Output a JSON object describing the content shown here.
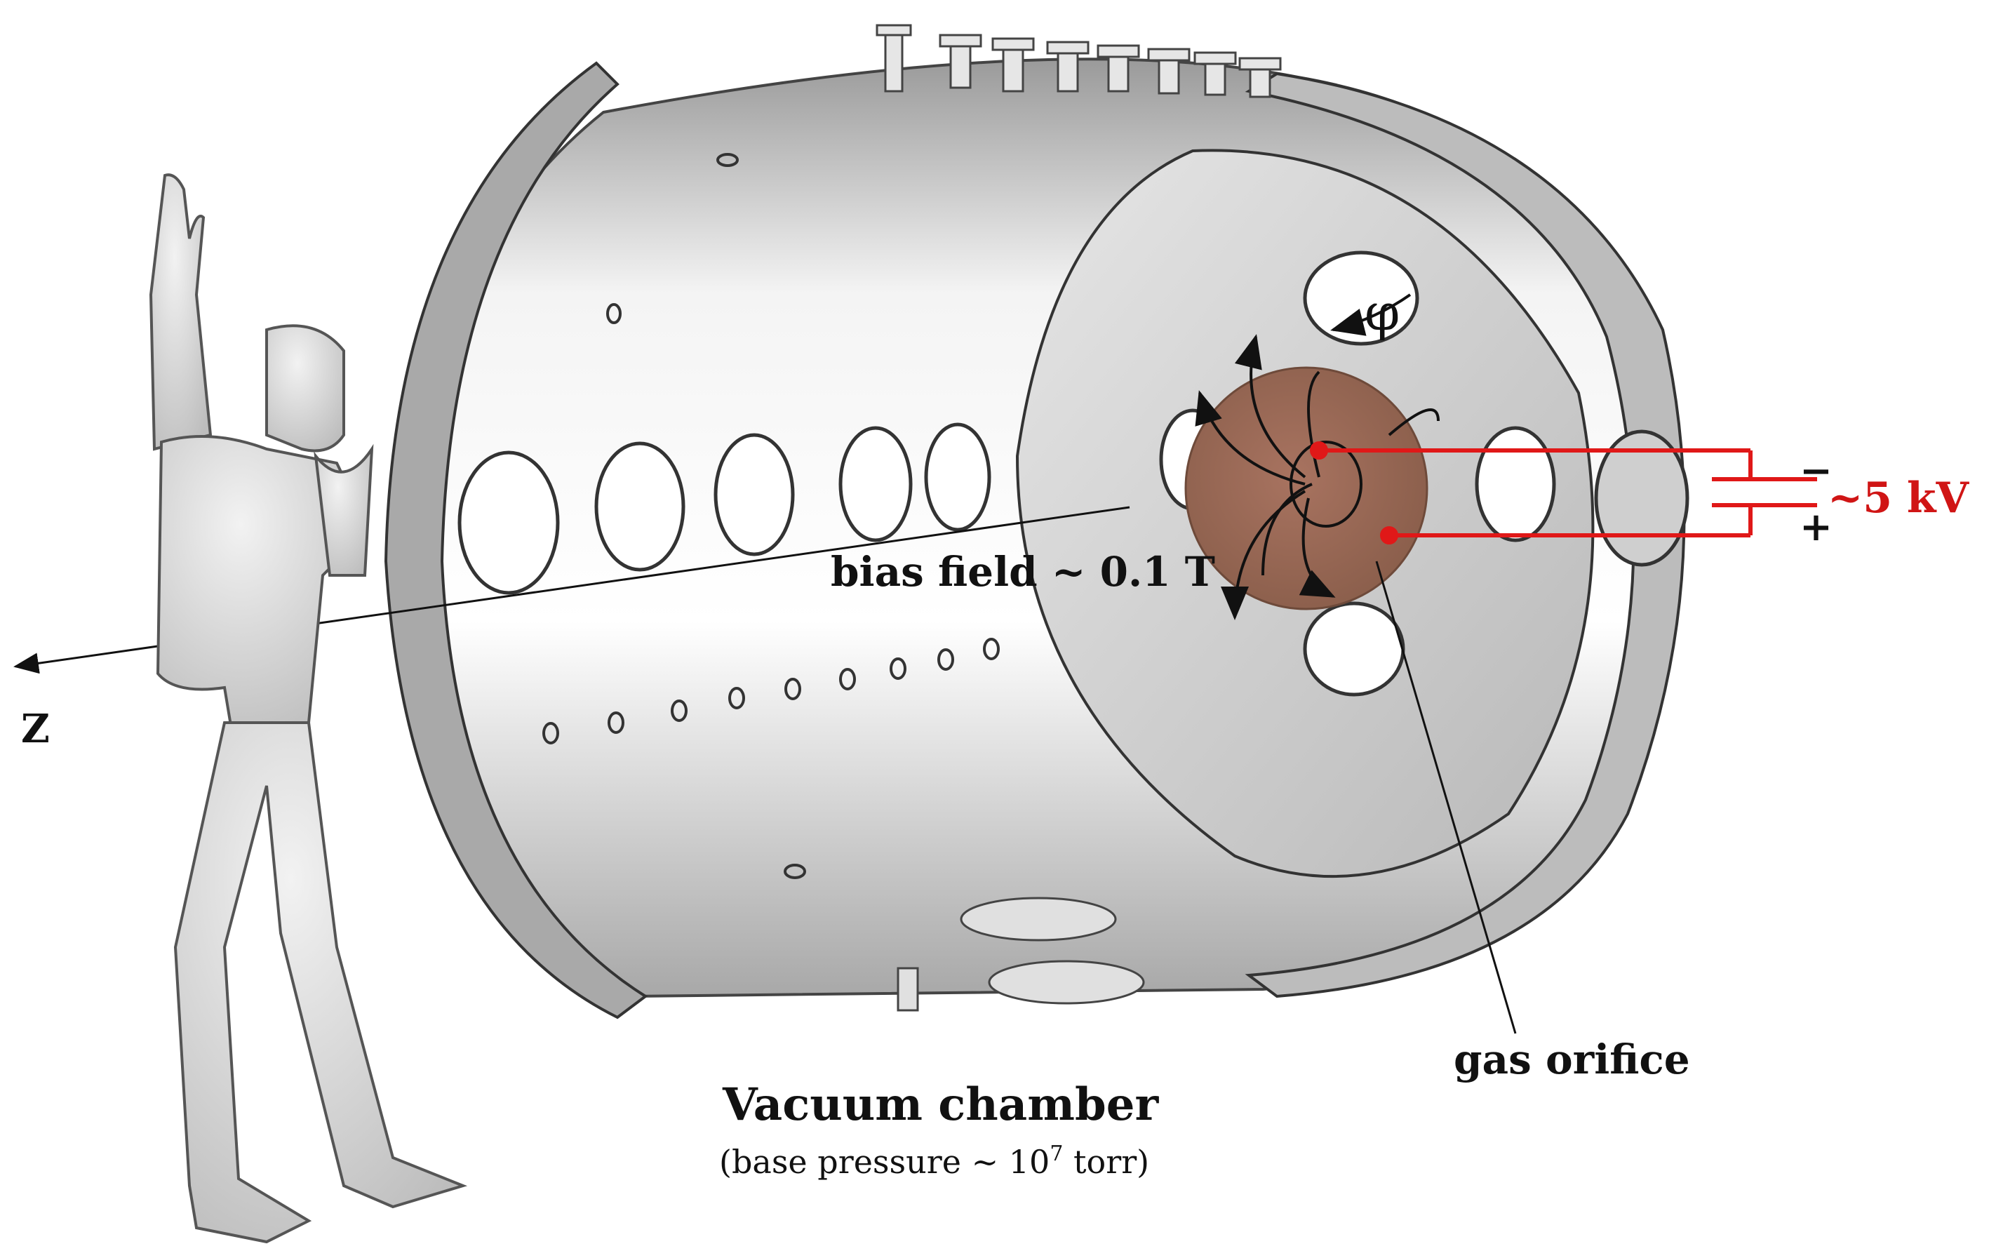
{
  "labels": {
    "z_axis": "Z",
    "bias_field": "bias field ~ 0.1 T",
    "phi": "φ",
    "voltage": "~5 kV",
    "minus": "−",
    "plus": "+",
    "gas_orifice": "gas orifice",
    "chamber_title": "Vacuum chamber",
    "pressure_prefix": "(base pressure ~ 10",
    "pressure_exponent": "7",
    "pressure_suffix": " torr)"
  },
  "colors": {
    "circuit": "#e01818",
    "disc": "#9a6a55",
    "chamber": "#d8d8d8",
    "text": "#111111"
  }
}
